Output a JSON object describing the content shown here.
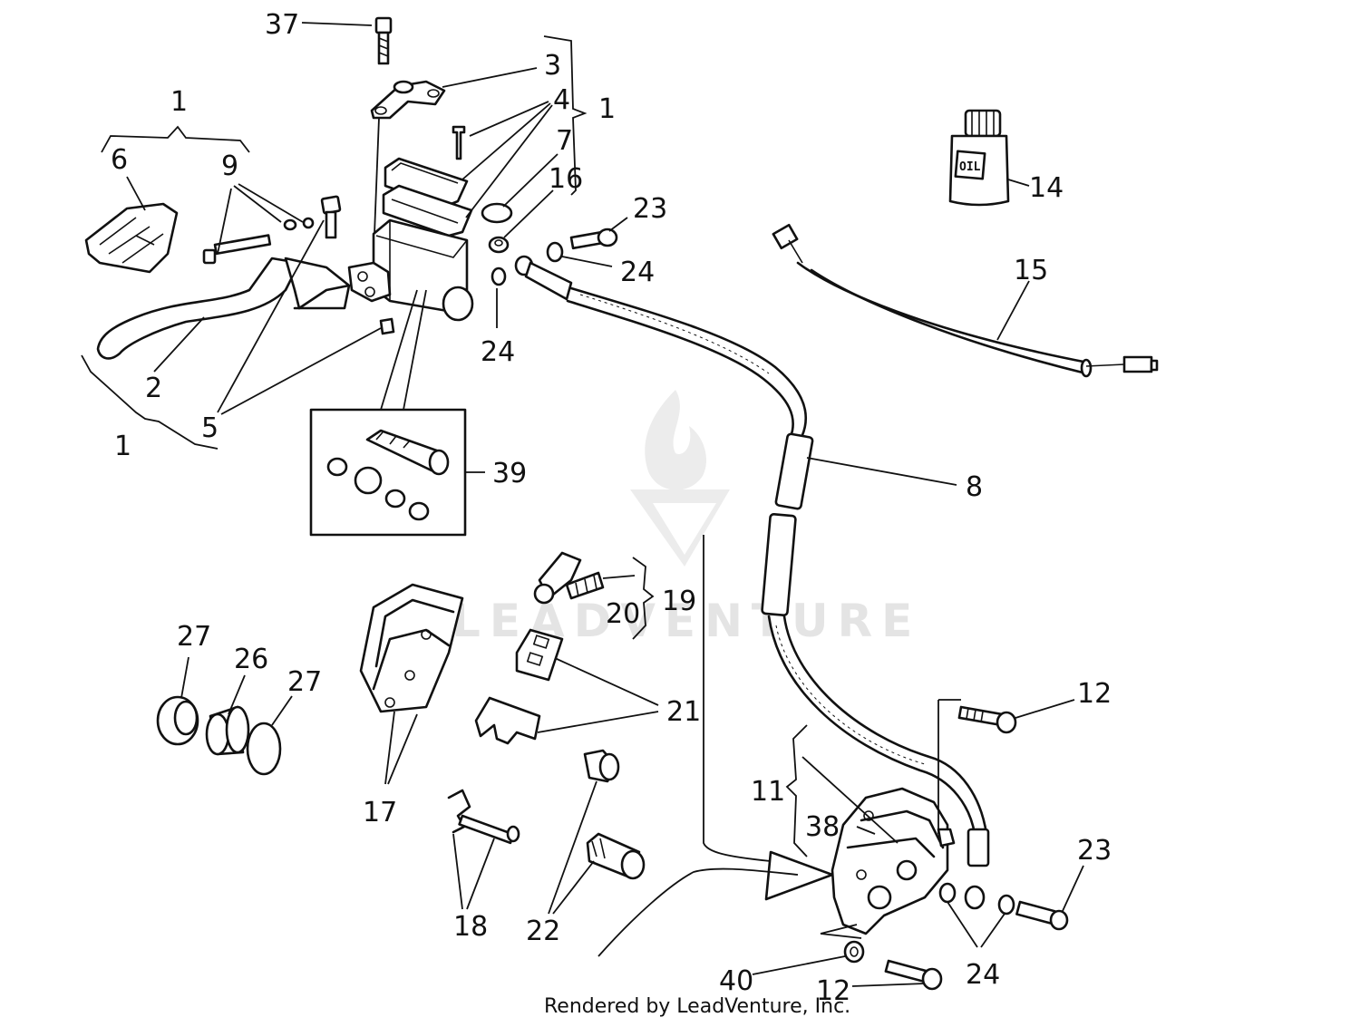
{
  "diagram": {
    "callouts": {
      "c37": "37",
      "c3": "3",
      "c4": "4",
      "c1_top": "1",
      "c1_left": "1",
      "c1_bottom": "1",
      "c6": "6",
      "c9": "9",
      "c7": "7",
      "c16": "16",
      "c23_top": "23",
      "c24_a": "24",
      "c24_b": "24",
      "c2": "2",
      "c5": "5",
      "c39": "39",
      "c14": "14",
      "c15": "15",
      "c8": "8",
      "c19": "19",
      "c20": "20",
      "c21": "21",
      "c27_a": "27",
      "c26": "26",
      "c27_b": "27",
      "c17": "17",
      "c18": "18",
      "c22": "22",
      "c12_top": "12",
      "c11": "11",
      "c38": "38",
      "c23_bottom": "23",
      "c24_c": "24",
      "c40": "40",
      "c12_bottom": "12"
    },
    "oil_label": "OIL",
    "watermark": "LEADVENTURE",
    "footer": "Rendered by LeadVenture, Inc."
  }
}
